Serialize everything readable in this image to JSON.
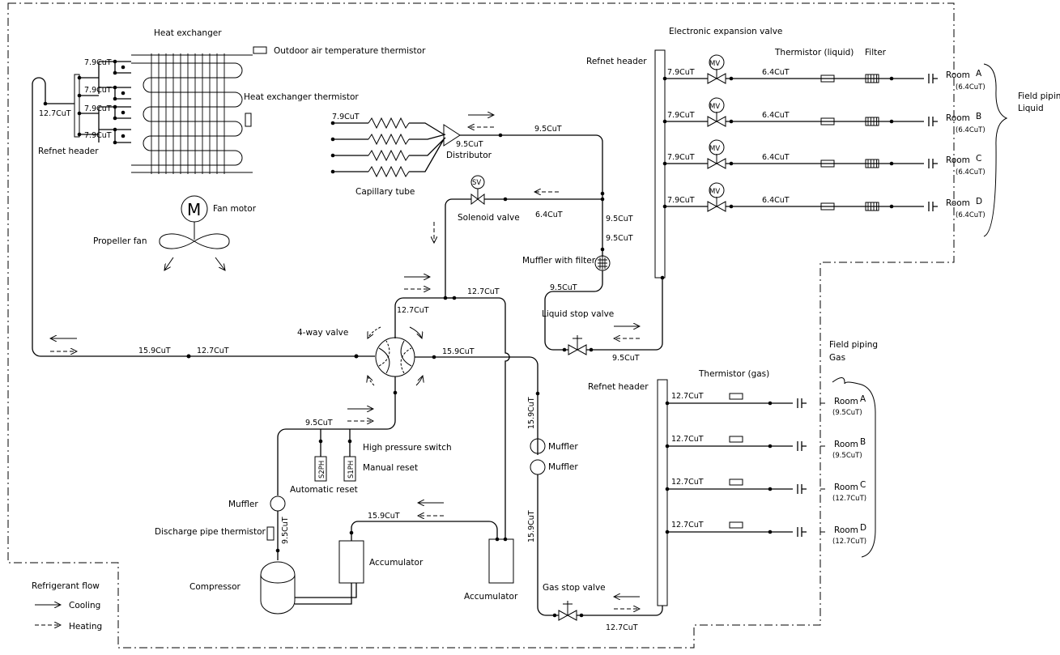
{
  "labels": {
    "heat_exchanger": "Heat exchanger",
    "outdoor_thermistor": "Outdoor air temperature thermistor",
    "hx_thermistor": "Heat exchanger thermistor",
    "refnet_header_left": "Refnet header",
    "fan_motor": "Fan motor",
    "motor_letter": "M",
    "propeller_fan": "Propeller fan",
    "capillary_tube": "Capillary tube",
    "distributor": "Distributor",
    "solenoid_valve": "Solenoid valve",
    "sv_letter": "SV",
    "muffler_filter": "Muffler with filter",
    "liquid_stop_valve": "Liquid stop valve",
    "four_way_valve": "4-way valve",
    "high_pressure_switch": "High pressure switch",
    "manual_reset": "Manual reset",
    "automatic_reset": "Automatic reset",
    "s2ph": "S2PH",
    "s1ph": "S1PH",
    "muffler_left": "Muffler",
    "discharge_thermistor": "Discharge pipe thermistor",
    "compressor": "Compressor",
    "accumulator_1": "Accumulator",
    "accumulator_2": "Accumulator",
    "muffler_a": "Muffler",
    "muffler_b": "Muffler",
    "gas_stop_valve": "Gas stop valve",
    "eev": "Electronic expansion valve",
    "refnet_header_liquid": "Refnet header",
    "thermistor_liquid": "Thermistor (liquid)",
    "filter": "Filter",
    "mv": "MV",
    "field_piping_liquid_1": "Field piping",
    "field_piping_liquid_2": "Liquid",
    "field_piping_gas_1": "Field piping",
    "field_piping_gas_2": "Gas",
    "refnet_header_gas": "Refnet header",
    "thermistor_gas": "Thermistor (gas)",
    "legend_title": "Refrigerant flow",
    "legend_cooling": "Cooling",
    "legend_heating": "Heating"
  },
  "pipes": {
    "hx_a": "7.9CuT",
    "hx_b": "7.9CuT",
    "hx_c": "7.9CuT",
    "hx_d": "7.9CuT",
    "hx_main": "12.7CuT",
    "cap_in": "7.9CuT",
    "dist_out": "9.5CuT",
    "liquid_top": "9.5CuT",
    "sv_line": "6.4CuT",
    "liq_v1": "9.5CuT",
    "liq_v2": "9.5CuT",
    "muffler_out": "9.5CuT",
    "liquid_stop": "9.5CuT",
    "suction_top": "12.7CuT",
    "valve_top": "12.7CuT",
    "main_left_1": "15.9CuT",
    "main_left_2": "12.7CuT",
    "valve_right": "15.9CuT",
    "discharge_h": "9.5CuT",
    "gas_v_1": "15.9CuT",
    "gas_v_2": "15.9CuT",
    "accum_line": "15.9CuT",
    "comp_discharge": "9.5CuT",
    "gas_stop": "12.7CuT"
  },
  "liquid_rooms": [
    {
      "inlet": "7.9CuT",
      "pipe": "6.4CuT",
      "room": "Room",
      "letter": "A",
      "size": "(6.4CuT)"
    },
    {
      "inlet": "7.9CuT",
      "pipe": "6.4CuT",
      "room": "Room",
      "letter": "B",
      "size": "(6.4CuT)"
    },
    {
      "inlet": "7.9CuT",
      "pipe": "6.4CuT",
      "room": "Room",
      "letter": "C",
      "size": "(6.4CuT)"
    },
    {
      "inlet": "7.9CuT",
      "pipe": "6.4CuT",
      "room": "Room",
      "letter": "D",
      "size": "(6.4CuT)"
    }
  ],
  "gas_rooms": [
    {
      "pipe": "12.7CuT",
      "room": "Room",
      "letter": "A",
      "size": "(9.5CuT)"
    },
    {
      "pipe": "12.7CuT",
      "room": "Room",
      "letter": "B",
      "size": "(9.5CuT)"
    },
    {
      "pipe": "12.7CuT",
      "room": "Room",
      "letter": "C",
      "size": "(12.7CuT)"
    },
    {
      "pipe": "12.7CuT",
      "room": "Room",
      "letter": "D",
      "size": "(12.7CuT)"
    }
  ]
}
